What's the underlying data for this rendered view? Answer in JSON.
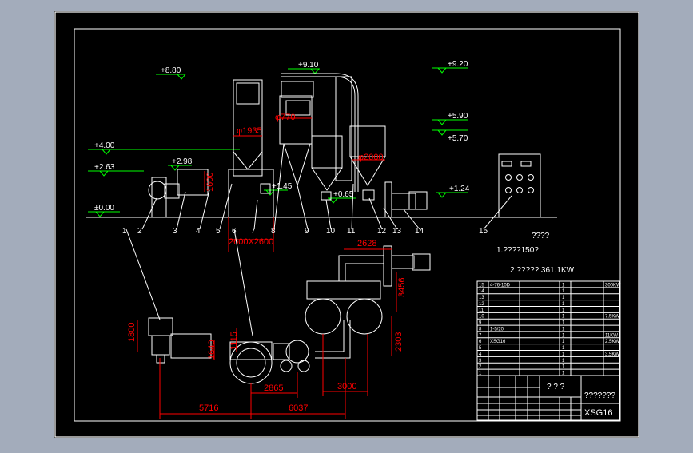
{
  "drawing": {
    "elevations": {
      "e880": "+8.80",
      "e910": "+9.10",
      "e920": "+9.20",
      "e590": "+5.90",
      "e570": "+5.70",
      "e400": "+4.00",
      "e298": "+2.98",
      "e263": "+2.63",
      "e145": "+1.45",
      "e065": "+0.65",
      "e124": "+1.24",
      "e000": "±0.00"
    },
    "part_numbers": [
      "1",
      "2",
      "3",
      "4",
      "5",
      "6",
      "7",
      "8",
      "9",
      "10",
      "11",
      "12",
      "13",
      "14",
      "15"
    ],
    "dimensions": {
      "d1935": "φ1935",
      "d1600": "1600",
      "d770": "φ770",
      "d2000": "φ2000",
      "d2600": "2600X2600",
      "d2628": "2628",
      "d3456": "3456",
      "d1800": "1800",
      "d1115": "1115",
      "d1640": "1640",
      "d2303": "2303",
      "d2865": "2865",
      "d3000": "3000",
      "d5716": "5716",
      "d6037": "6037"
    },
    "notes": {
      "heading": "????",
      "line1": "1.????150?",
      "line2": "2 ?????:361.1KW"
    },
    "title_block": {
      "title_cell": "? ? ?",
      "name_cell": "???????",
      "code_cell": "XSG16",
      "rows": [
        {
          "no": "15",
          "item": "4-76-10D",
          "qty": "1",
          "note": "300KW"
        },
        {
          "no": "14",
          "item": "",
          "qty": "1",
          "note": ""
        },
        {
          "no": "13",
          "item": "",
          "qty": "1",
          "note": ""
        },
        {
          "no": "12",
          "item": "",
          "qty": "1",
          "note": ""
        },
        {
          "no": "11",
          "item": "",
          "qty": "1",
          "note": ""
        },
        {
          "no": "10",
          "item": "",
          "qty": "1",
          "note": "7.5KW"
        },
        {
          "no": "9",
          "item": "",
          "qty": "1",
          "note": ""
        },
        {
          "no": "8",
          "item": "1-5/20",
          "qty": "1",
          "note": ""
        },
        {
          "no": "7",
          "item": "",
          "qty": "1",
          "note": "11KW"
        },
        {
          "no": "6",
          "item": "XSG16",
          "qty": "1",
          "note": "2.5KW"
        },
        {
          "no": "5",
          "item": "",
          "qty": "1",
          "note": ""
        },
        {
          "no": "4",
          "item": "",
          "qty": "1",
          "note": "3.5KW"
        },
        {
          "no": "3",
          "item": "",
          "qty": "1",
          "note": ""
        },
        {
          "no": "2",
          "item": "",
          "qty": "1",
          "note": ""
        },
        {
          "no": "1",
          "item": "",
          "qty": "1",
          "note": ""
        }
      ]
    }
  }
}
